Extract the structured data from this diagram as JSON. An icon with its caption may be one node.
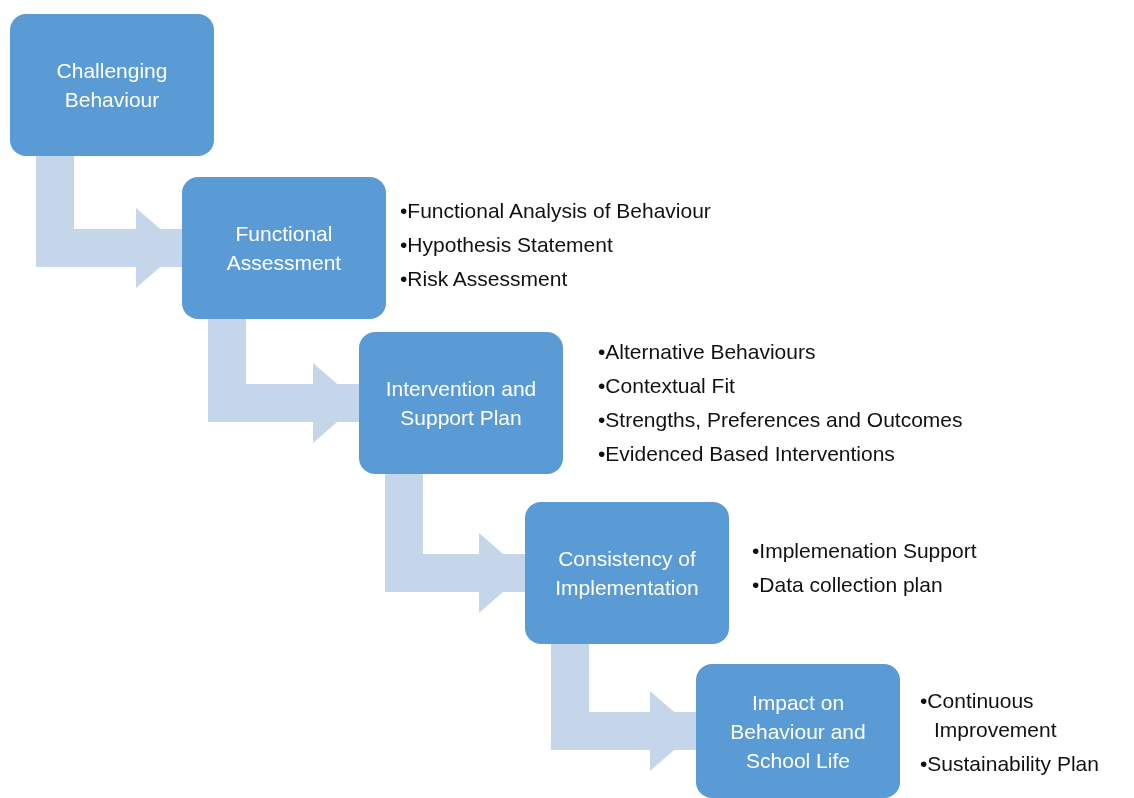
{
  "diagram": {
    "nodes": [
      {
        "text": [
          "Challenging Behaviour"
        ]
      },
      {
        "text": [
          "Functional Assessment"
        ],
        "beside": [
          "•Functional Analysis of Behaviour",
          "•Hypothesis Statement",
          "•Risk Assessment"
        ]
      },
      {
        "text": [
          "Intervention and Support Plan"
        ],
        "beside": [
          "•Alternative Behaviours",
          "•Contextual Fit",
          "•Strengths, Preferences and Outcomes",
          "•Evidenced Based Interventions"
        ]
      },
      {
        "text": [
          "Consistency of Implementation"
        ],
        "beside": [
          "•Implemenation Support",
          "•Data collection plan"
        ]
      },
      {
        "text": [
          "Impact on Behaviour and School Life"
        ],
        "beside": [
          "•Continuous Improvement",
          "•Sustainability Plan"
        ]
      }
    ],
    "edges": [
      {
        "from": 0,
        "to": 1,
        "arrow": "to"
      },
      {
        "from": 1,
        "to": 2,
        "arrow": "to"
      },
      {
        "from": 2,
        "to": 3,
        "arrow": "to"
      },
      {
        "from": 3,
        "to": 4,
        "arrow": "to"
      }
    ]
  }
}
